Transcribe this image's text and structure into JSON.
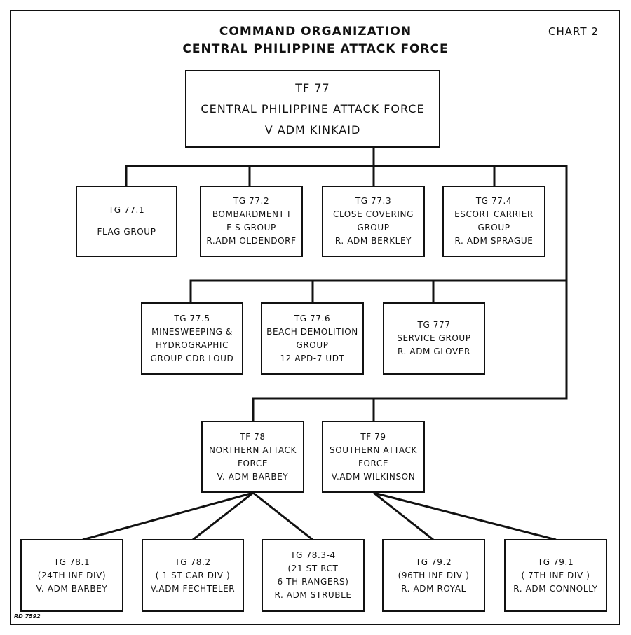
{
  "header": {
    "title_line1": "COMMAND ORGANIZATION",
    "title_line2": "CENTRAL PHILIPPINE ATTACK FORCE",
    "chart_number": "CHART 2",
    "reference": "RD 7592"
  },
  "nodes": {
    "tf77": {
      "l1": "TF 77",
      "l2": "CENTRAL PHILIPPINE ATTACK FORCE",
      "l3": "V ADM KINKAID"
    },
    "tg77_1": {
      "l1": "TG 77.1",
      "l2": "FLAG GROUP"
    },
    "tg77_2": {
      "l1": "TG 77.2",
      "l2": "BOMBARDMENT I",
      "l3": "F S GROUP",
      "l4": "R.ADM OLDENDORF"
    },
    "tg77_3": {
      "l1": "TG 77.3",
      "l2": "CLOSE COVERING",
      "l3": "GROUP",
      "l4": "R. ADM BERKLEY"
    },
    "tg77_4": {
      "l1": "TG 77.4",
      "l2": "ESCORT CARRIER",
      "l3": "GROUP",
      "l4": "R. ADM SPRAGUE"
    },
    "tg77_5": {
      "l1": "TG 77.5",
      "l2": "MINESWEEPING &",
      "l3": "HYDROGRAPHIC",
      "l4": "GROUP CDR LOUD"
    },
    "tg77_6": {
      "l1": "TG 77.6",
      "l2": "BEACH DEMOLITION",
      "l3": "GROUP",
      "l4": "12 APD-7 UDT"
    },
    "tg77_7": {
      "l1": "TG 777",
      "l2": "SERVICE GROUP",
      "l3": "R. ADM GLOVER"
    },
    "tf78": {
      "l1": "TF 78",
      "l2": "NORTHERN ATTACK",
      "l3": "FORCE",
      "l4": "V. ADM BARBEY"
    },
    "tf79": {
      "l1": "TF 79",
      "l2": "SOUTHERN ATTACK",
      "l3": "FORCE",
      "l4": "V.ADM WILKINSON"
    },
    "tg78_1": {
      "l1": "TG 78.1",
      "l2": "(24TH INF DIV)",
      "l3": "V. ADM BARBEY"
    },
    "tg78_2": {
      "l1": "TG 78.2",
      "l2": "( 1 ST CAR DIV )",
      "l3": "V.ADM FECHTELER"
    },
    "tg78_3": {
      "l1": "TG 78.3-4",
      "l2": "(21 ST RCT",
      "l3": "6 TH RANGERS)",
      "l4": "R. ADM STRUBLE"
    },
    "tg79_2": {
      "l1": "TG 79.2",
      "l2": "(96TH INF DIV )",
      "l3": "R. ADM ROYAL"
    },
    "tg79_1": {
      "l1": "TG 79.1",
      "l2": "( 7TH INF DIV )",
      "l3": "R. ADM CONNOLLY"
    }
  }
}
